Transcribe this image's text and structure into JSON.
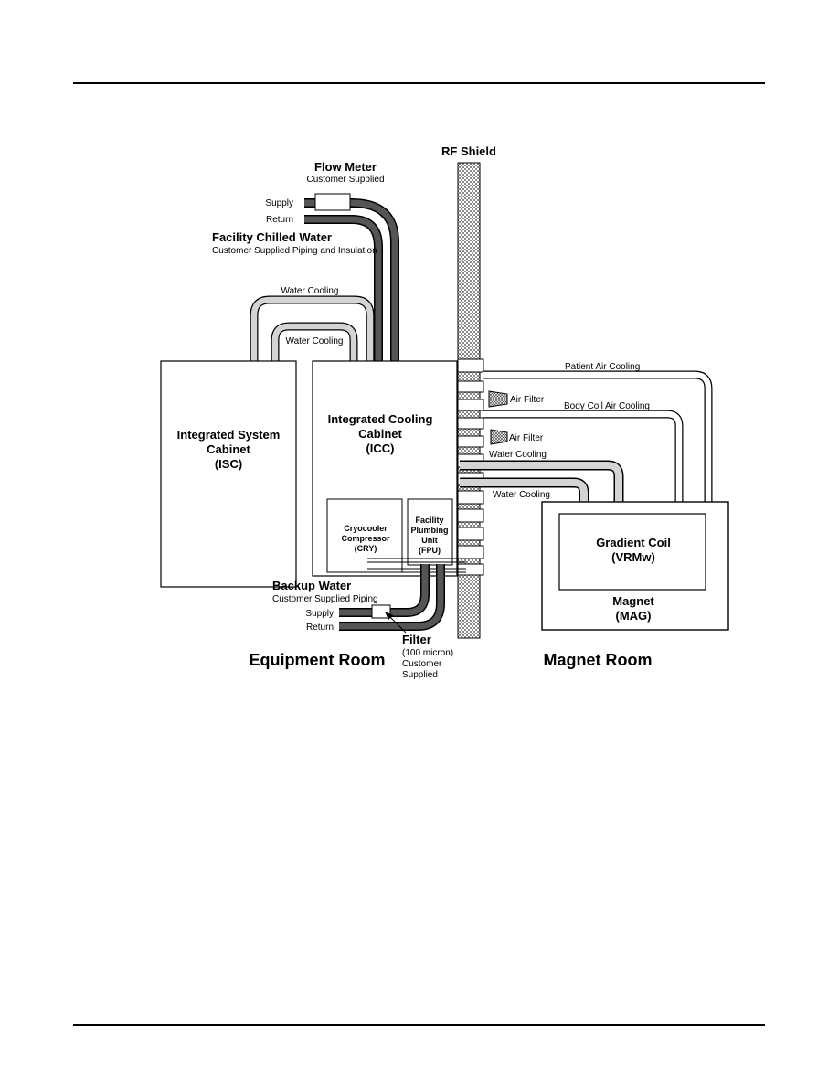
{
  "labels": {
    "rf_shield": "RF Shield",
    "flow_meter": "Flow Meter",
    "flow_meter_sub": "Customer Supplied",
    "supply_top": "Supply",
    "return_top": "Return",
    "facility_chilled_water": "Facility Chilled Water",
    "facility_chilled_water_sub": "Customer Supplied Piping and Insulation",
    "water_cooling_outer": "Water Cooling",
    "water_cooling_inner": "Water Cooling",
    "isc_line1": "Integrated System",
    "isc_line2": "Cabinet",
    "isc_line3": "(ISC)",
    "icc_line1": "Integrated Cooling",
    "icc_line2": "Cabinet",
    "icc_line3": "(ICC)",
    "cry_line1": "Cryocooler",
    "cry_line2": "Compressor",
    "cry_line3": "(CRY)",
    "fpu_line1": "Facility",
    "fpu_line2": "Plumbing",
    "fpu_line3": "Unit",
    "fpu_line4": "(FPU)",
    "patient_air_cooling": "Patient Air Cooling",
    "air_filter_1": "Air Filter",
    "body_coil_air_cooling": "Body Coil Air Cooling",
    "air_filter_2": "Air Filter",
    "water_cooling_mag1": "Water Cooling",
    "water_cooling_mag2": "Water Cooling",
    "gradient_line1": "Gradient Coil",
    "gradient_line2": "(VRMw)",
    "magnet_line1": "Magnet",
    "magnet_line2": "(MAG)",
    "backup_water": "Backup Water",
    "backup_water_sub": "Customer Supplied Piping",
    "supply_bottom": "Supply",
    "return_bottom": "Return",
    "filter": "Filter",
    "filter_sub1": "(100 micron)",
    "filter_sub2": "Customer",
    "filter_sub3": "Supplied",
    "equipment_room": "Equipment Room",
    "magnet_room": "Magnet Room"
  },
  "colors": {
    "chilled_pipe": "#555555",
    "water_pipe_fill": "#d4d4d4",
    "air_duct_fill": "#ffffff",
    "stroke": "#000000"
  }
}
